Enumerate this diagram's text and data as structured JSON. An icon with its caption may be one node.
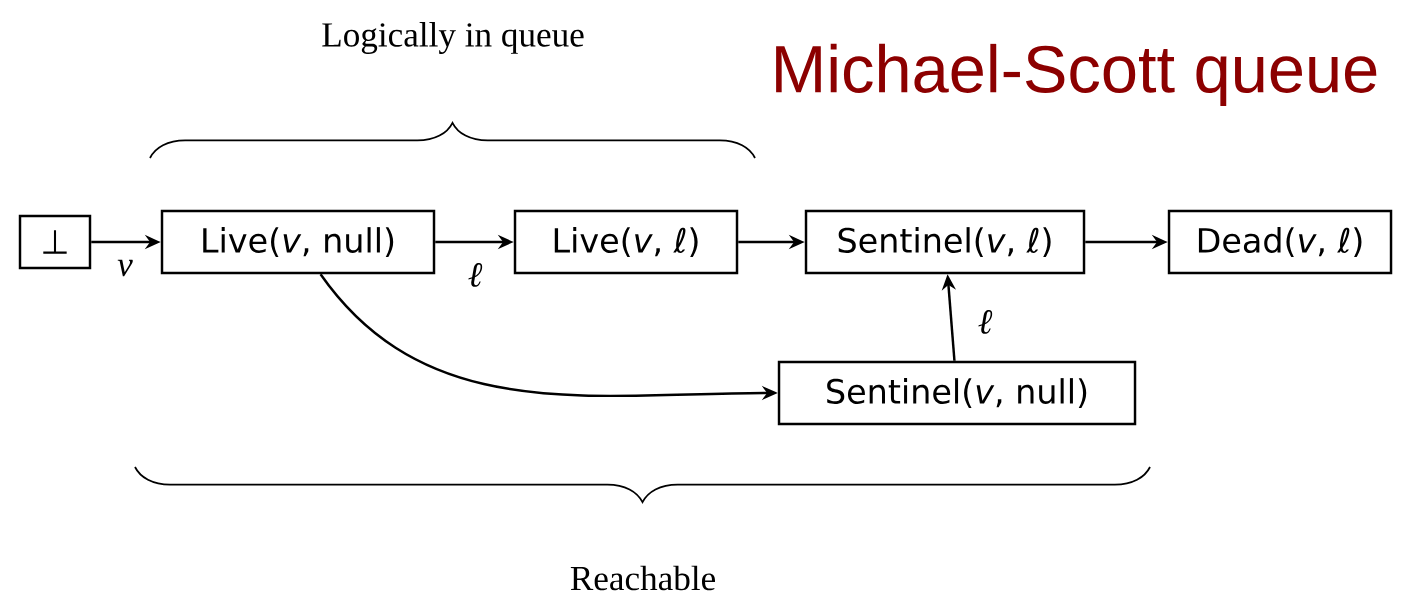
{
  "diagram": {
    "title": "Michael-Scott queue",
    "nodes": [
      {
        "text": [
          "⊥"
        ]
      },
      {
        "text": [
          "Live(*v*, null)"
        ]
      },
      {
        "text": [
          "Live(*v*, ℓ)"
        ]
      },
      {
        "text": [
          "Sentinel(*v*, ℓ)"
        ]
      },
      {
        "text": [
          "Dead(*v*, ℓ)"
        ]
      },
      {
        "text": [
          "Sentinel(*v*, null)"
        ]
      }
    ],
    "edges": [
      {
        "from": 0,
        "to": 1,
        "arrow": "to",
        "label": "v"
      },
      {
        "from": 1,
        "to": 2,
        "arrow": "to",
        "label": "ℓ"
      },
      {
        "from": 2,
        "to": 3,
        "arrow": "to"
      },
      {
        "from": 3,
        "to": 4,
        "arrow": "to"
      },
      {
        "from": 1,
        "to": 5,
        "arrow": "to"
      },
      {
        "from": 5,
        "to": 3,
        "arrow": "to",
        "label": "ℓ"
      }
    ],
    "labels": [
      "Logically in queue",
      "Reachable"
    ]
  }
}
